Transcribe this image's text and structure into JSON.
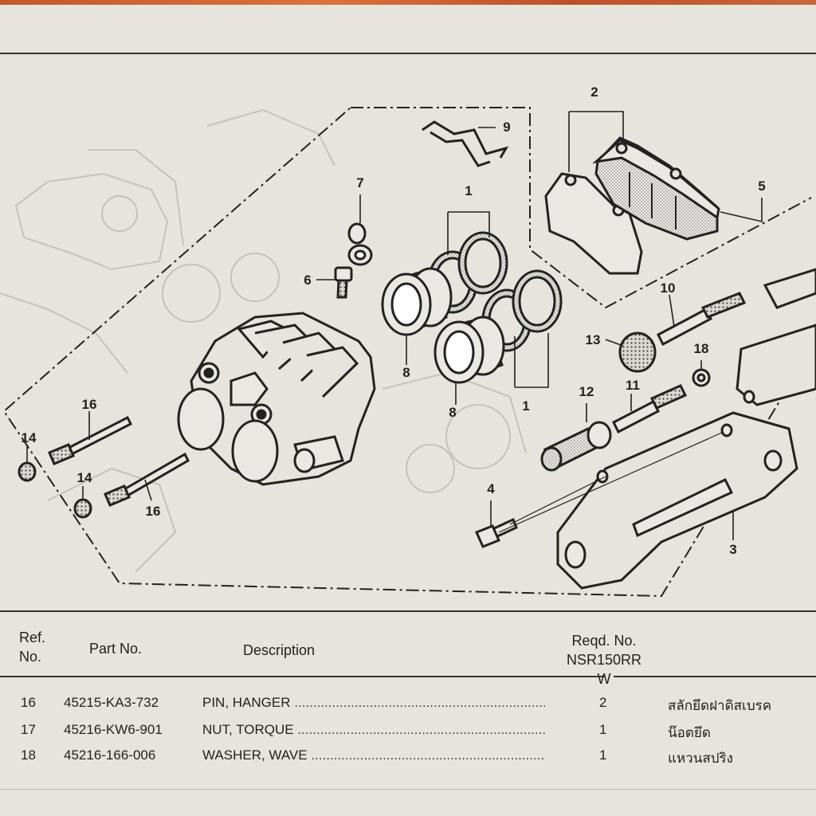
{
  "diagram": {
    "callouts": [
      {
        "id": "9",
        "label": "9"
      },
      {
        "id": "2",
        "label": "2"
      },
      {
        "id": "7",
        "label": "7"
      },
      {
        "id": "1a",
        "label": "1"
      },
      {
        "id": "5",
        "label": "5"
      },
      {
        "id": "6",
        "label": "6"
      },
      {
        "id": "10",
        "label": "10"
      },
      {
        "id": "8a",
        "label": "8"
      },
      {
        "id": "13",
        "label": "13"
      },
      {
        "id": "18",
        "label": "18"
      },
      {
        "id": "8b",
        "label": "8"
      },
      {
        "id": "1b",
        "label": "1"
      },
      {
        "id": "12",
        "label": "12"
      },
      {
        "id": "11",
        "label": "11"
      },
      {
        "id": "16a",
        "label": "16"
      },
      {
        "id": "14a",
        "label": "14"
      },
      {
        "id": "14b",
        "label": "14"
      },
      {
        "id": "16b",
        "label": "16"
      },
      {
        "id": "4",
        "label": "4"
      },
      {
        "id": "3",
        "label": "3"
      }
    ]
  },
  "table": {
    "headers": {
      "ref_line1": "Ref.",
      "ref_line2": "No.",
      "part_no": "Part No.",
      "description": "Description",
      "reqd_line1": "Reqd. No.",
      "reqd_line2": "NSR150RR",
      "reqd_line3": "W"
    },
    "rows": [
      {
        "ref": "16",
        "part_no": "45215-KA3-732",
        "description": "PIN, HANGER",
        "qty": "2",
        "thai": "สลักยึดฝาดิสเบรค"
      },
      {
        "ref": "17",
        "part_no": "45216-KW6-901",
        "description": "NUT, TORQUE",
        "qty": "1",
        "thai": "น๊อตยึด"
      },
      {
        "ref": "18",
        "part_no": "45216-166-006",
        "description": "WASHER, WAVE",
        "qty": "1",
        "thai": "แหวนสปริง"
      }
    ]
  }
}
